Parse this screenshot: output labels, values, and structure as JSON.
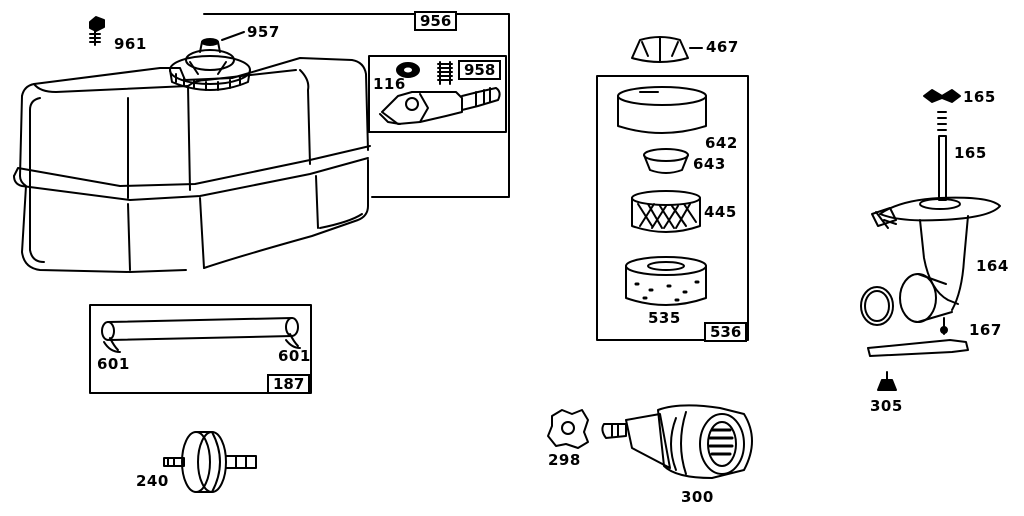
{
  "callouts": {
    "p961": "961",
    "p957": "957",
    "p956": "956",
    "p958": "958",
    "p116": "116",
    "p467": "467",
    "p642": "642",
    "p643": "643",
    "p445": "445",
    "p535": "535",
    "p536": "536",
    "p165a": "165",
    "p165b": "165",
    "p164": "164",
    "p167": "167",
    "p305": "305",
    "p601a": "601",
    "p601b": "601",
    "p187": "187",
    "p240": "240",
    "p298": "298",
    "p300": "300"
  }
}
